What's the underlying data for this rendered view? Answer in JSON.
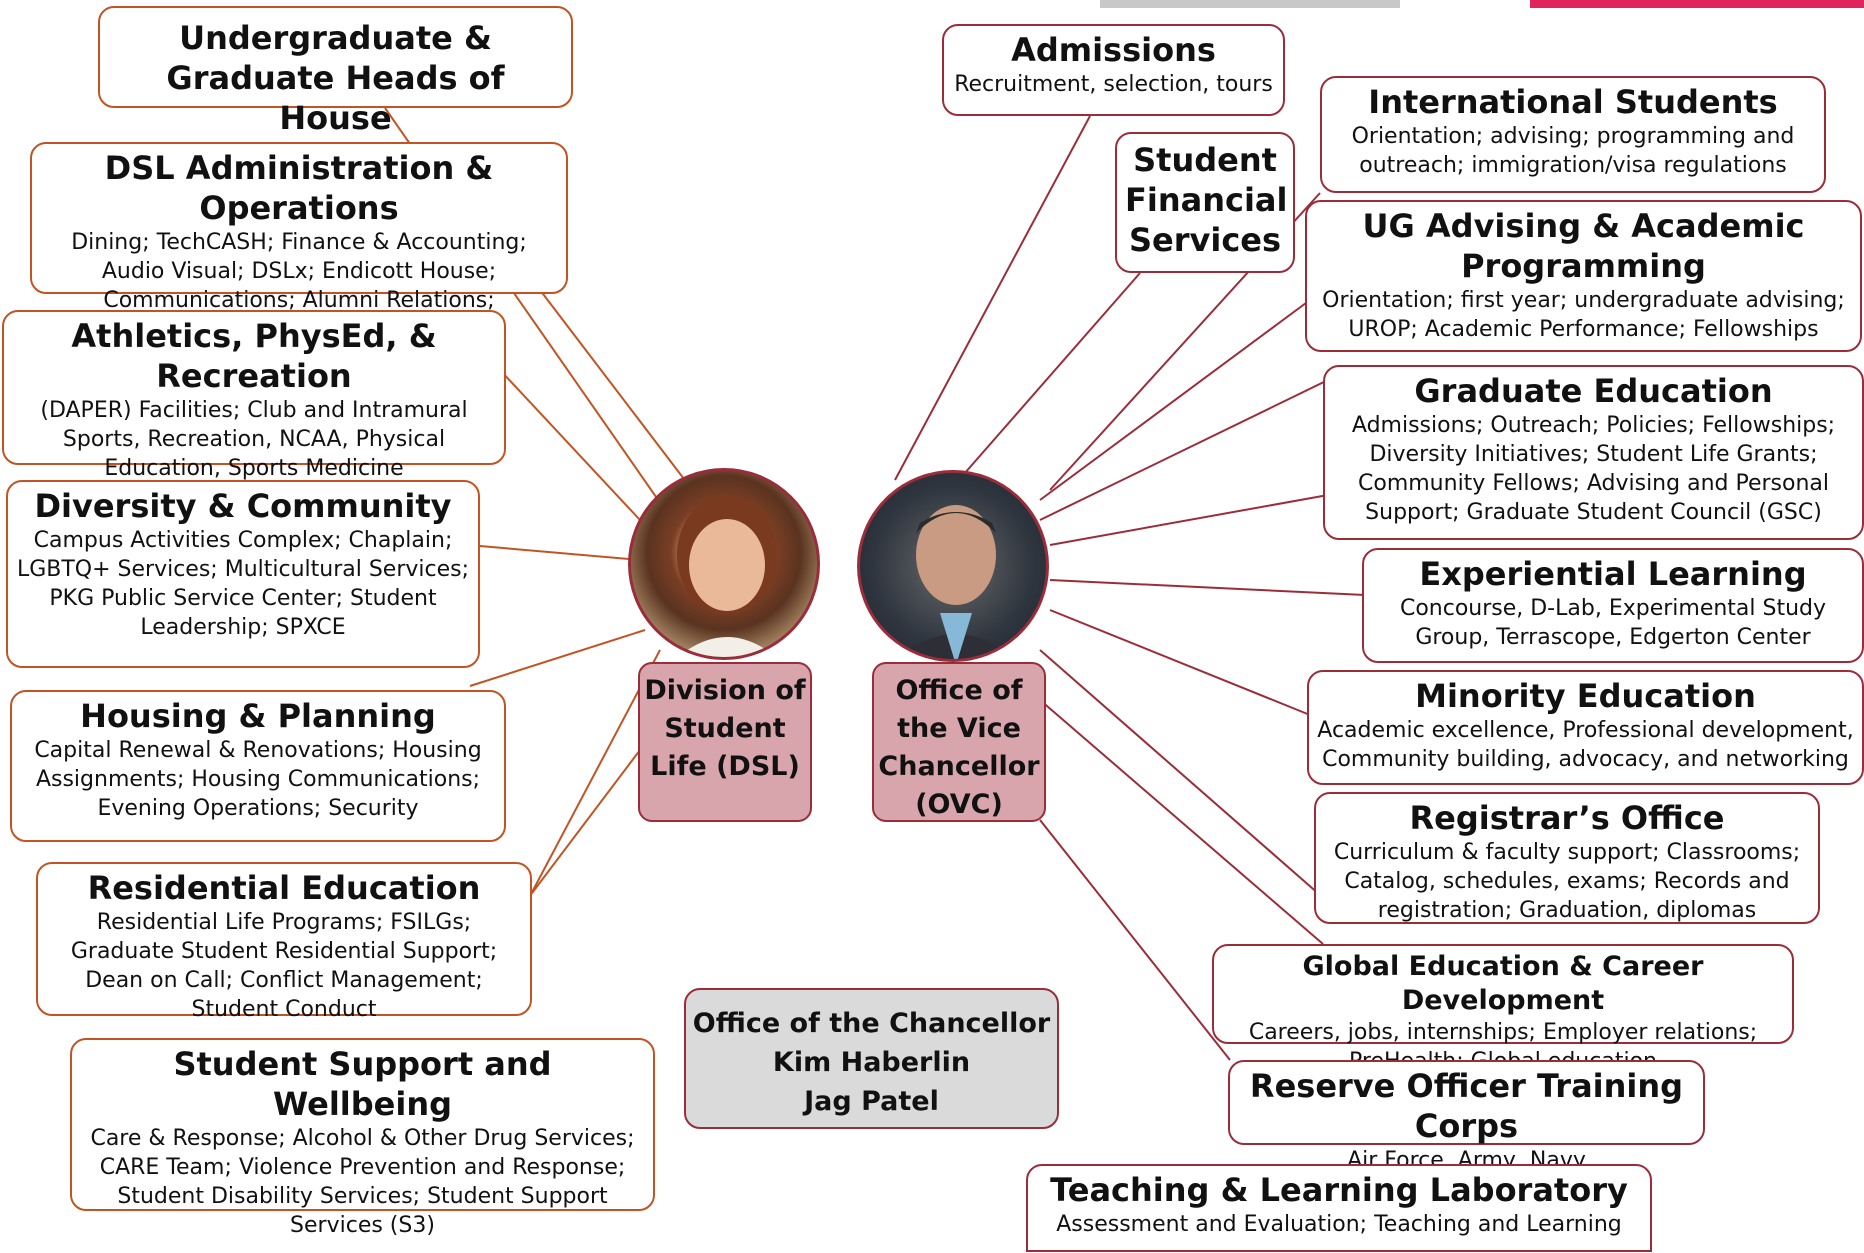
{
  "dsl_units": [
    {
      "title": "Undergraduate & Graduate Heads of House",
      "desc": ""
    },
    {
      "title": "DSL Administration & Operations",
      "desc": "Dining; TechCASH; Finance & Accounting; Audio Visual; DSLx; Endicott House; Communications; Alumni Relations; Assessment & Research"
    },
    {
      "title": "Athletics, PhysEd, & Recreation",
      "desc": "(DAPER) Facilities; Club and Intramural Sports, Recreation, NCAA, Physical Education, Sports Medicine"
    },
    {
      "title": "Diversity & Community",
      "desc": "Campus Activities Complex; Chaplain; LGBTQ+ Services; Multicultural Services; PKG Public Service Center; Student Leadership; SPXCE"
    },
    {
      "title": "Housing & Planning",
      "desc": "Capital Renewal & Renovations; Housing Assignments; Housing Communications; Evening Operations; Security"
    },
    {
      "title": "Residential Education",
      "desc": "Residential Life Programs; FSILGs; Graduate Student Residential Support; Dean on Call; Conflict Management; Student Conduct"
    },
    {
      "title": "Student Support and Wellbeing",
      "desc": "Care & Response; Alcohol & Other Drug Services; CARE Team; Violence Prevention and Response; Student Disability Services; Student Support Services (S3)"
    }
  ],
  "ovc_units": [
    {
      "title": "Admissions",
      "desc": "Recruitment, selection, tours"
    },
    {
      "title": "Student Financial Services",
      "desc": ""
    },
    {
      "title": "International Students",
      "desc": "Orientation; advising; programming and outreach; immigration/visa regulations"
    },
    {
      "title": "UG Advising & Academic Programming",
      "desc": "Orientation; first year; undergraduate advising; UROP; Academic Performance; Fellowships"
    },
    {
      "title": "Graduate Education",
      "desc": "Admissions; Outreach; Policies; Fellowships; Diversity Initiatives; Student Life Grants; Community Fellows; Advising and Personal Support; Graduate Student Council (GSC)"
    },
    {
      "title": "Experiential Learning",
      "desc": "Concourse, D-Lab, Experimental Study Group, Terrascope, Edgerton Center"
    },
    {
      "title": "Minority Education",
      "desc": "Academic excellence, Professional development, Community building, advocacy, and networking"
    },
    {
      "title": "Registrar’s Office",
      "desc": "Curriculum & faculty support; Classrooms; Catalog, schedules, exams; Records and registration; Graduation, diplomas"
    },
    {
      "title": "Global Education & Career Development",
      "desc": "Careers, jobs, internships; Employer relations; PreHealth; Global education"
    },
    {
      "title": "Reserve Officer Training Corps",
      "desc": "Air Force, Army, Navy"
    },
    {
      "title": "Teaching & Learning Laboratory",
      "desc": "Assessment and Evaluation; Teaching and Learning"
    }
  ],
  "dsl_label": "Division of Student Life (DSL)",
  "ovc_label": "Office of the Vice Chancellor (OVC)",
  "chancellor": {
    "line1": "Office of the Chancellor",
    "line2": "Kim Haberlin",
    "line3": "Jag Patel"
  },
  "colors": {
    "dsl_line": "#c25424",
    "ovc_line": "#9b2d3b",
    "label_fill": "#d8a5ac",
    "chancellor_fill": "#dadada",
    "accent_pink": "#e0245e"
  }
}
